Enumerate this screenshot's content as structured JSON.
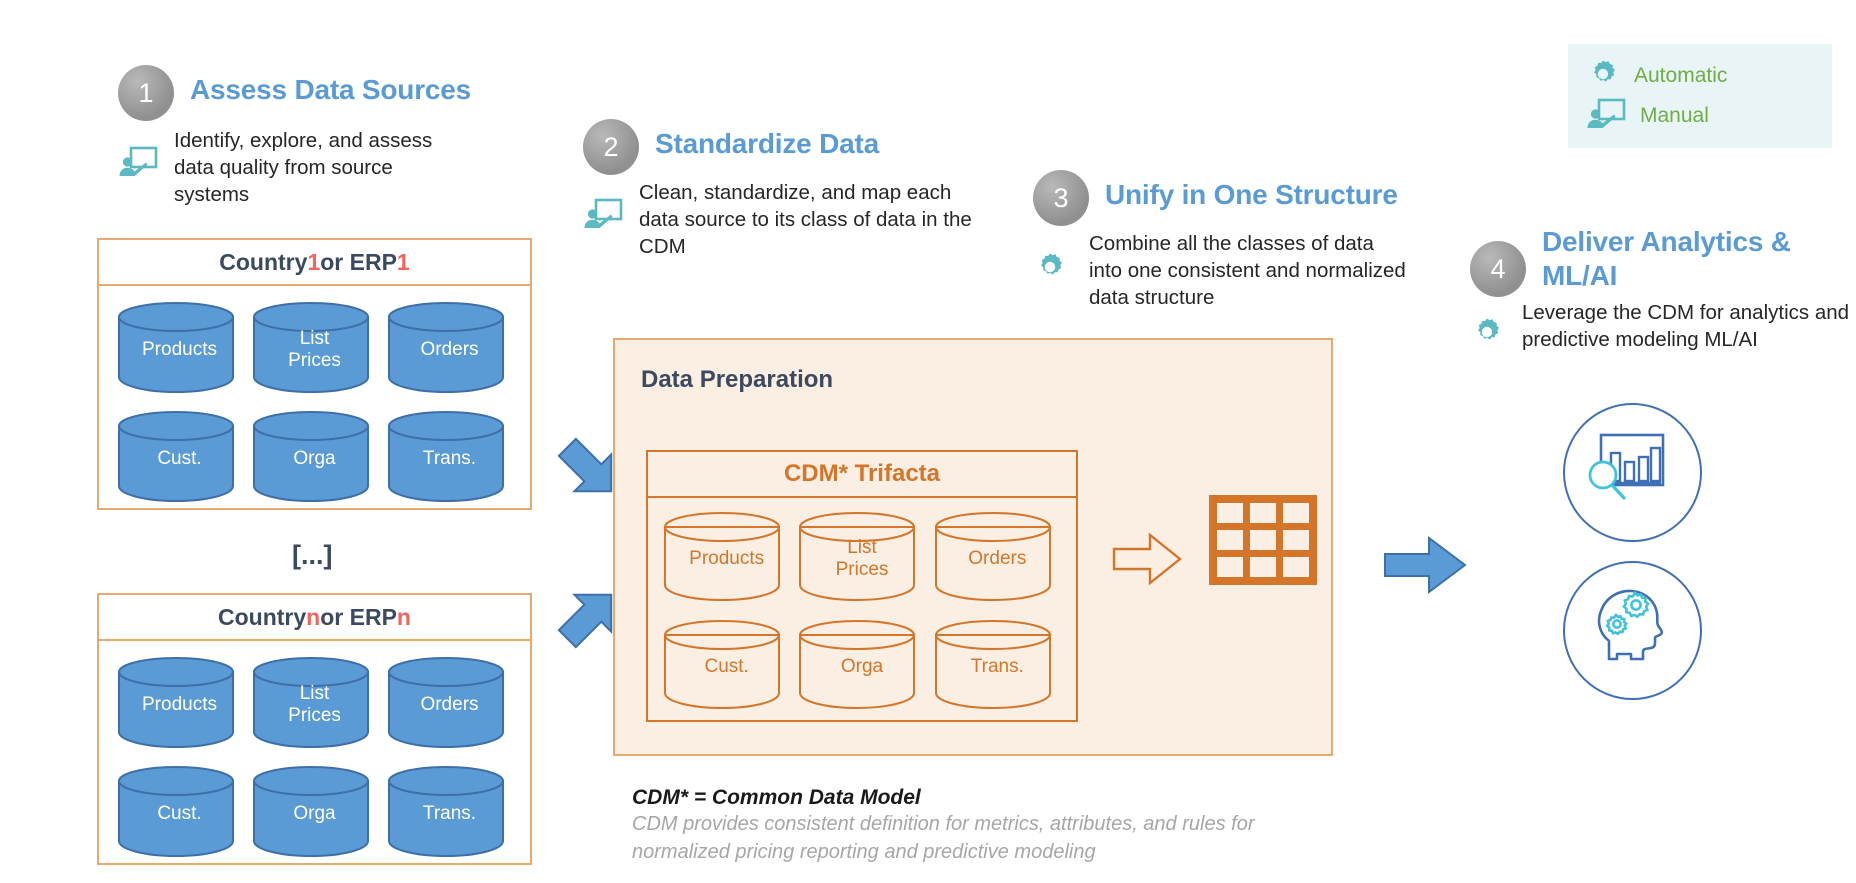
{
  "legend": {
    "items": [
      {
        "icon": "gear-icon",
        "label": "Automatic",
        "color": "#70ad47"
      },
      {
        "icon": "whiteboard-person-icon",
        "label": "Manual",
        "color": "#70ad47"
      }
    ],
    "background": "#e8f4f6"
  },
  "steps": [
    {
      "number": "1",
      "title": "Assess Data Sources",
      "desc": "Identify, explore, and assess data quality from source systems",
      "icon": "whiteboard-person-icon"
    },
    {
      "number": "2",
      "title": "Standardize Data",
      "desc": "Clean, standardize, and map each data source to its class of data in the CDM",
      "icon": "whiteboard-person-icon"
    },
    {
      "number": "3",
      "title": "Unify in One Structure",
      "desc": "Combine all the classes of data into one consistent and normalized data structure",
      "icon": "gear-icon"
    },
    {
      "number": "4",
      "title": "Deliver Analytics & ML/AI",
      "desc": "Leverage the CDM for analytics and predictive modeling ML/AI",
      "icon": "gear-icon"
    }
  ],
  "sources": {
    "box1": {
      "prefix": "Country ",
      "num1": "1",
      "middle": " or ERP ",
      "num2": "1"
    },
    "box2": {
      "prefix": "Country ",
      "num1": "n",
      "middle": " or ERP ",
      "num2": "n"
    },
    "ellipsis": "[...]",
    "entities": [
      "Products",
      "List\nPrices",
      "Orders",
      "Cust.",
      "Orga",
      "Trans."
    ]
  },
  "preparation": {
    "title": "Data Preparation",
    "cdm_title": "CDM* Trifacta",
    "entities": [
      "Products",
      "List\nPrices",
      "Orders",
      "Cust.",
      "Orga",
      "Trans."
    ]
  },
  "footnote": {
    "bold": "CDM* = Common Data Model",
    "line1": "CDM provides consistent definition for metrics, attributes, and rules for",
    "line2": "normalized pricing reporting and predictive modeling"
  },
  "outputs": [
    {
      "name": "analytics-chart-icon"
    },
    {
      "name": "ai-head-gears-icon"
    }
  ],
  "colors": {
    "step_title": "#5b9bd5",
    "orange": "#d4762a",
    "orange_light": "#e8a971",
    "prep_fill": "#fbeee2",
    "cyl_blue": "#5b9bd5",
    "teal": "#5ab9c1",
    "legend_green": "#70ad47",
    "red": "#f4645f",
    "navy": "#3b4a5e"
  }
}
